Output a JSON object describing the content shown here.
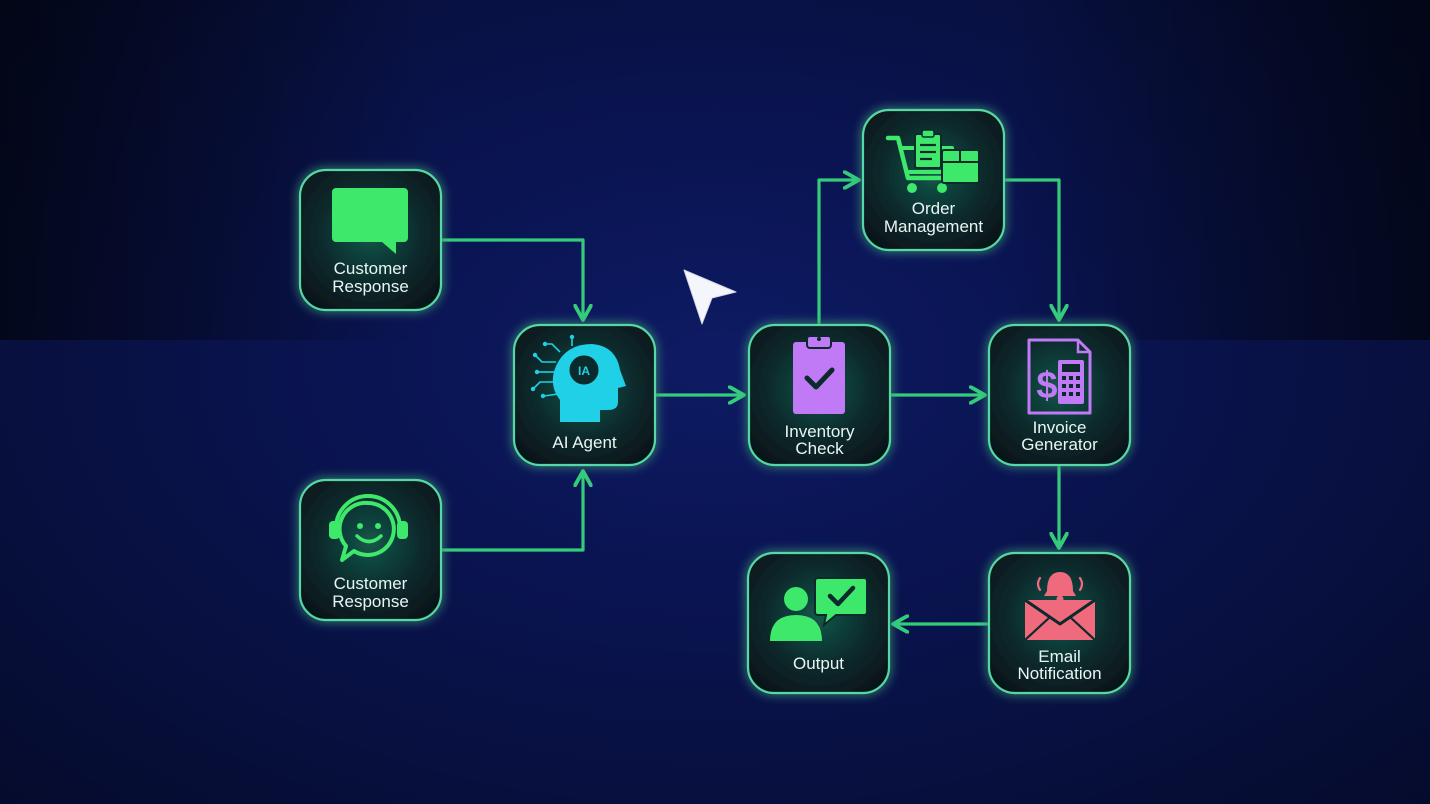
{
  "nodes": {
    "customer_response_top": {
      "label_1": "Customer",
      "label_2": "Response",
      "icon": "chat-bubble-icon"
    },
    "customer_response_bottom": {
      "label_1": "Customer",
      "label_2": "Response",
      "icon": "smiley-headset-icon"
    },
    "ai_agent": {
      "label_1": "AI Agent",
      "icon": "ai-head-icon",
      "icon_text": "IA"
    },
    "inventory_check": {
      "label_1": "Inventory",
      "label_2": "Check",
      "icon": "clipboard-check-icon"
    },
    "order_management": {
      "label_1": "Order",
      "label_2": "Management",
      "icon": "shopping-cart-icon"
    },
    "invoice_generator": {
      "label_1": "Invoice",
      "label_2": "Generator",
      "icon": "invoice-calculator-icon",
      "icon_text": "$"
    },
    "email_notification": {
      "label_1": "Email",
      "label_2": "Notification",
      "icon": "envelope-bell-icon"
    },
    "output": {
      "label_1": "Output",
      "icon": "user-check-icon"
    }
  },
  "colors": {
    "background": "#0a1452",
    "node_border": "#57d8a6",
    "connector": "#33cc7a",
    "icon_green": "#3ee86b",
    "icon_cyan": "#1fd0e6",
    "icon_purple": "#c07af5",
    "icon_pink": "#f06a7e"
  },
  "cursor": {
    "icon": "mouse-pointer-icon"
  }
}
